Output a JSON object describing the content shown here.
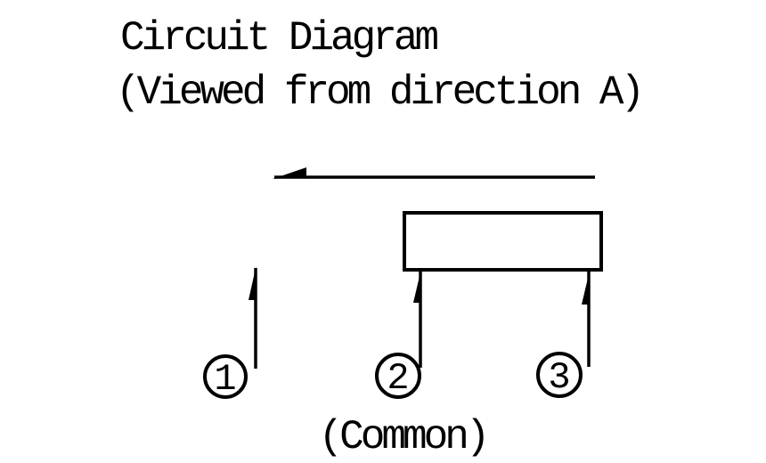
{
  "diagram": {
    "title": "Circuit Diagram",
    "subtitle": "(Viewed from direction A)",
    "common_label": "(Common)",
    "terminals": [
      {
        "label": "1"
      },
      {
        "label": "2"
      },
      {
        "label": "3"
      }
    ],
    "icons": {
      "direction_arrow": "arrow-left-icon",
      "terminal_arrow": "arrow-up-icon"
    },
    "colors": {
      "ink": "#000000",
      "background": "#ffffff"
    }
  }
}
